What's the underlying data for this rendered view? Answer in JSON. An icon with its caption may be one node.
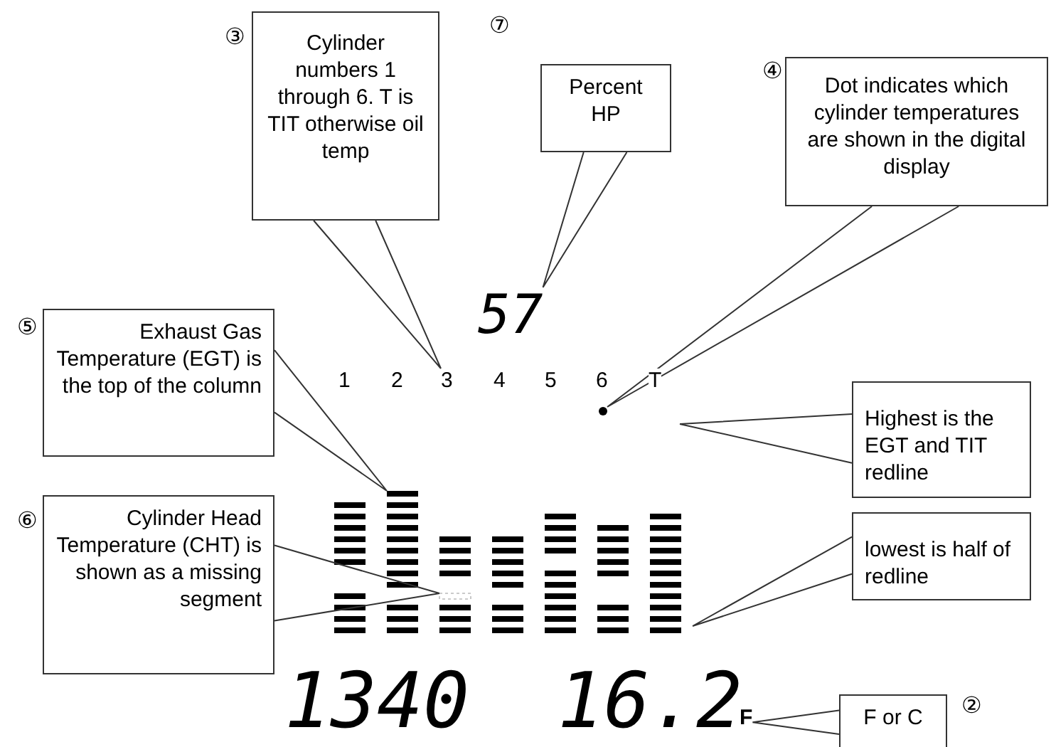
{
  "diagram": {
    "nodes": [
      {
        "text": [
          "Cylinder numbers 1 through 6. T is TIT otherwise oil temp"
        ],
        "beside": [
          "③"
        ]
      },
      {
        "text": [
          "Percent HP"
        ],
        "beside": [
          "⑦"
        ]
      },
      {
        "text": [
          "Dot indicates which cylinder temperatures are shown in the digital display"
        ],
        "beside": [
          "④"
        ]
      },
      {
        "text": [
          "Exhaust Gas Temperature (EGT) is the top of the column"
        ],
        "beside": [
          "⑤"
        ]
      },
      {
        "text": [
          "Highest is the EGT and TIT redline"
        ]
      },
      {
        "text": [
          "Cylinder Head Temperature (CHT) is shown as a missing segment"
        ],
        "beside": [
          "⑥"
        ]
      },
      {
        "text": [
          "lowest is half of redline"
        ]
      },
      {
        "text": [
          "F or C"
        ],
        "beside": [
          "②"
        ]
      },
      {
        "text": [
          "57"
        ]
      },
      {
        "text": [
          "3"
        ]
      },
      {
        "text": [],
        "shape": "circle"
      },
      {
        "text": [],
        "shape": "bar"
      },
      {
        "text": [],
        "shape": "bar"
      },
      {
        "text": [
          "F"
        ]
      }
    ],
    "edges": [
      {
        "from": 0,
        "to": 9,
        "arrow": "none"
      },
      {
        "from": 1,
        "to": 8,
        "arrow": "none"
      },
      {
        "from": 2,
        "to": 10,
        "arrow": "none"
      },
      {
        "from": 3,
        "to": 11,
        "arrow": "none"
      },
      {
        "from": 4,
        "to": null,
        "arrow": "none"
      },
      {
        "from": 5,
        "to": 12,
        "arrow": "none"
      },
      {
        "from": 6,
        "to": null,
        "arrow": "none"
      },
      {
        "from": 7,
        "to": 13,
        "arrow": "none"
      }
    ],
    "labels": [
      "1",
      "2",
      "4",
      "5",
      "6",
      "T",
      "1340",
      "16.2"
    ]
  }
}
